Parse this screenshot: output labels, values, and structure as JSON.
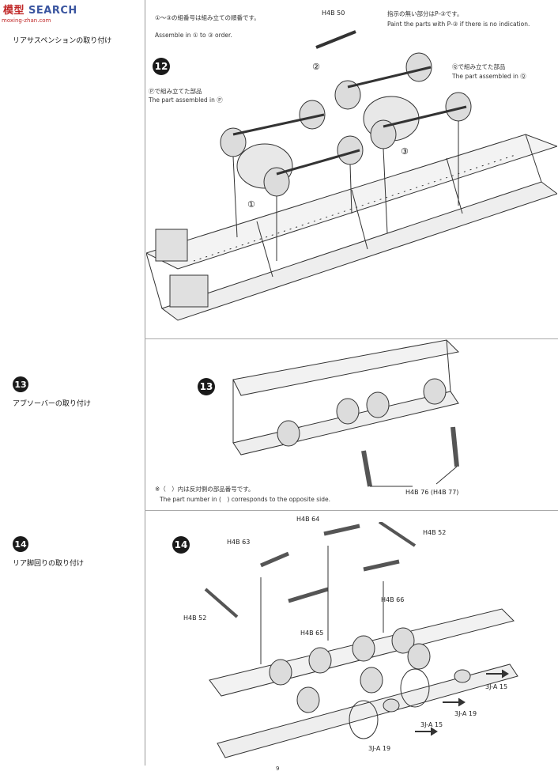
{
  "watermark": {
    "brand": "SEARCH",
    "prefix": "模型",
    "sub": "moxing-zhan.com"
  },
  "sections": [
    {
      "number": "",
      "title": "リアサスペンションの取り付け"
    },
    {
      "number": "13",
      "title": "アブソーバーの取り付け"
    },
    {
      "number": "14",
      "title": "リア脚回りの取り付け"
    }
  ],
  "step12": {
    "number": "12",
    "order_note_ja": "①～③の組番号は組み立ての順番です。",
    "order_note_en": "Assemble in ① to ③ order.",
    "paint_note_ja": "指示の無い部分はP-③です。",
    "paint_note_en": "Paint the parts with P-③ if there is no indication.",
    "part_top": "H4B 50",
    "assembled_P_ja": "Ⓟで組み立てた部品",
    "assembled_P_en": "The part assembled in Ⓟ",
    "assembled_Q_ja": "Ⓠで組み立てた部品",
    "assembled_Q_en": "The part assembled in Ⓠ",
    "markers": [
      "①",
      "②",
      "③"
    ]
  },
  "step13": {
    "number": "13",
    "opposite_note_ja": "※（　）内は反対側の部品番号です。",
    "opposite_note_en": "The part number in (　) corresponds to the opposite side.",
    "part_label": "H4B 76 (H4B 77)"
  },
  "step14": {
    "number": "14",
    "labels": [
      "H4B 64",
      "H4B 52",
      "H4B 63",
      "H4B 66",
      "H4B 52",
      "H4B 65",
      "3J-A 15",
      "3J-A 19",
      "3J-A 15",
      "3J-A 19"
    ]
  },
  "page_number": "9"
}
